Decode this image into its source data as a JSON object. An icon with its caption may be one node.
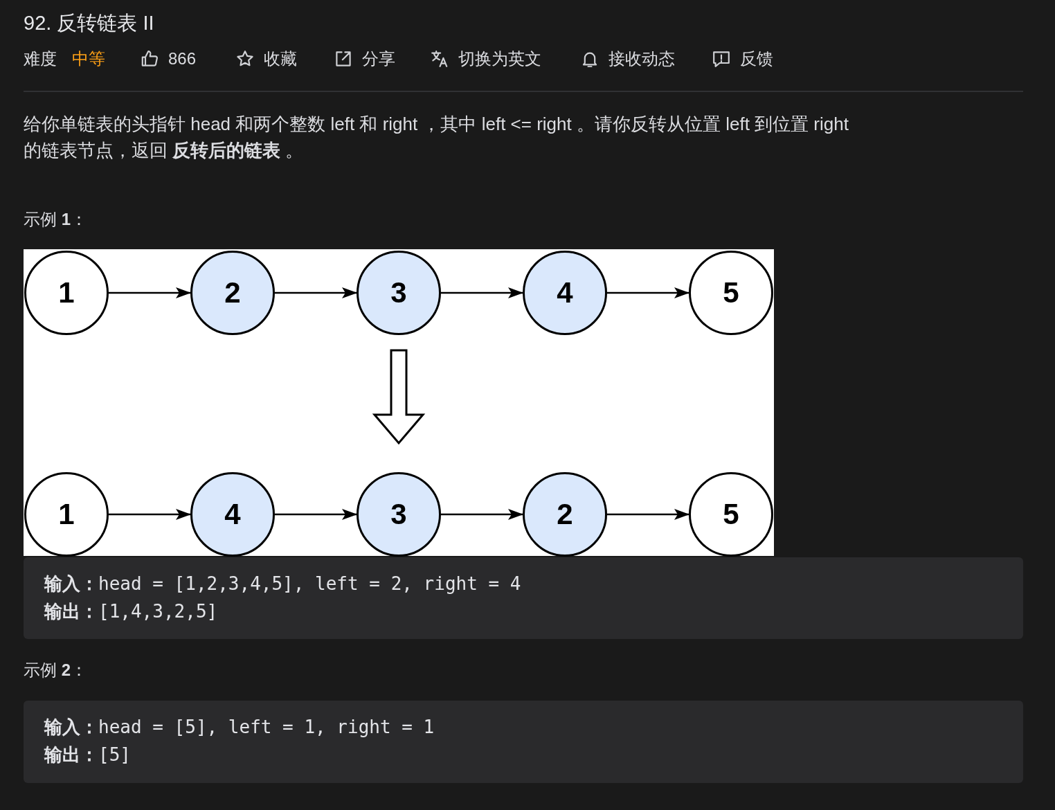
{
  "diagram": {
    "title": "92. 反转链表 II",
    "nodes": [
      {
        "text": [
          "1"
        ]
      },
      {
        "text": [
          "2"
        ]
      },
      {
        "text": [
          "3"
        ]
      },
      {
        "text": [
          "4"
        ]
      },
      {
        "text": [
          "5"
        ]
      },
      {
        "text": [
          "1"
        ]
      },
      {
        "text": [
          "4"
        ]
      },
      {
        "text": [
          "3"
        ]
      },
      {
        "text": [
          "2"
        ]
      },
      {
        "text": [
          "5"
        ]
      },
      {
        "text": [
          "**输入：**head = [1,2,3,4,5], left = 2, right = 4",
          "**输出：**[1,4,3,2,5]"
        ]
      },
      {
        "text": [
          "**输入：**head = [5], left = 1, right = 1",
          "**输出：**[5]"
        ]
      }
    ],
    "edges": [
      {
        "from": 0,
        "to": 1,
        "arrow": "to"
      },
      {
        "from": 1,
        "to": 2,
        "arrow": "to"
      },
      {
        "from": 2,
        "to": 3,
        "arrow": "to"
      },
      {
        "from": 3,
        "to": 4,
        "arrow": "to"
      },
      {
        "from": 2,
        "to": 7,
        "arrow": "to",
        "style": "thick"
      },
      {
        "from": 5,
        "to": 6,
        "arrow": "to"
      },
      {
        "from": 6,
        "to": 7,
        "arrow": "to"
      },
      {
        "from": 7,
        "to": 8,
        "arrow": "to"
      },
      {
        "from": 8,
        "to": 9,
        "arrow": "to"
      }
    ],
    "labels": [
      "难度",
      "中等",
      "866",
      "收藏",
      "分享",
      "切换为英文",
      "接收动态",
      "反馈",
      "给你单链表的头指针 head 和两个整数 left 和 right ，其中 left <= right 。请你反转从位置 left 到位置 right 的链表节点，返回 **反转后的链表** 。",
      "示例 **1**：",
      "示例 **2**："
    ]
  }
}
